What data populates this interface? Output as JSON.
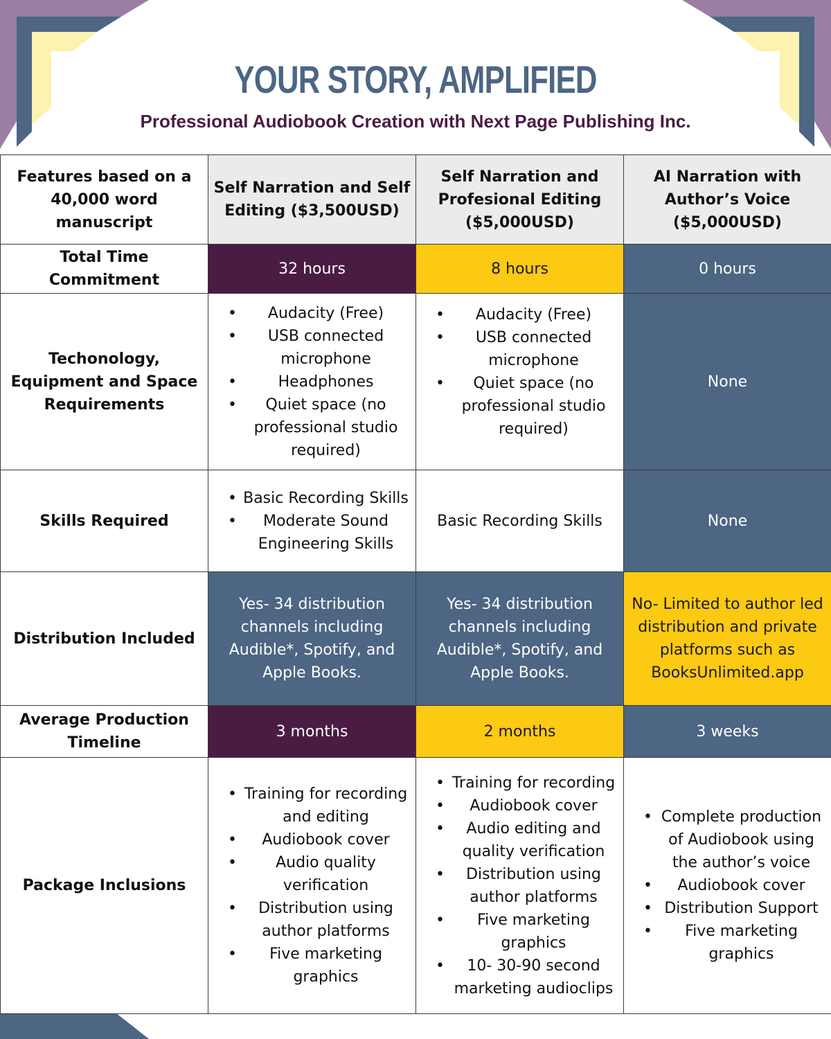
{
  "header": {
    "title": "YOUR STORY, AMPLIFIED",
    "subtitle": "Professional Audiobook Creation with Next Page Publishing Inc."
  },
  "colors": {
    "plum": "#4a1c44",
    "gold": "#fcc913",
    "slate": "#4c6683",
    "header_gray": "#ebebeb"
  },
  "table": {
    "columns": [
      "Features based on a 40,000 word manuscript",
      "Self Narration and Self Editing ($3,500USD)",
      "Self Narration and Profesional Editing ($5,000USD)",
      "AI Narration with Author’s Voice ($5,000USD)"
    ],
    "rows": {
      "time": {
        "label": "Total Time Commitment",
        "cells": [
          "32 hours",
          "8 hours",
          "0 hours"
        ]
      },
      "tech": {
        "label": "Techonology, Equipment and Space Requirements",
        "c1": [
          "Audacity (Free)",
          "USB connected microphone",
          "Headphones",
          "Quiet space (no professional studio required)"
        ],
        "c2": [
          "Audacity (Free)",
          "USB connected microphone",
          "Quiet space (no professional studio required)"
        ],
        "c3": "None"
      },
      "skills": {
        "label": "Skills Required",
        "c1": [
          "Basic Recording Skills",
          "Moderate Sound Engineering Skills"
        ],
        "c2": "Basic Recording Skills",
        "c3": "None"
      },
      "distribution": {
        "label": "Distribution Included",
        "cells": [
          "Yes- 34 distribution channels including Audible*, Spotify, and Apple Books.",
          "Yes- 34 distribution channels including Audible*, Spotify, and Apple Books.",
          "No- Limited to author led distribution and private platforms such as BooksUnlimited.app"
        ]
      },
      "timeline": {
        "label": "Average Production Timeline",
        "cells": [
          "3 months",
          "2 months",
          "3 weeks"
        ]
      },
      "package": {
        "label": "Package Inclusions",
        "c1": [
          "Training for recording and editing",
          "Audiobook cover",
          "Audio quality verification",
          "Distribution using author platforms",
          "Five marketing graphics"
        ],
        "c2": [
          "Training for recording",
          "Audiobook cover",
          "Audio editing and quality verification",
          "Distribution using author platforms",
          "Five marketing graphics",
          "10- 30-90 second marketing audioclips"
        ],
        "c3": [
          "Complete production of Audiobook using the author’s voice",
          "Audiobook cover",
          "Distribution Support",
          "Five marketing graphics"
        ]
      }
    }
  }
}
